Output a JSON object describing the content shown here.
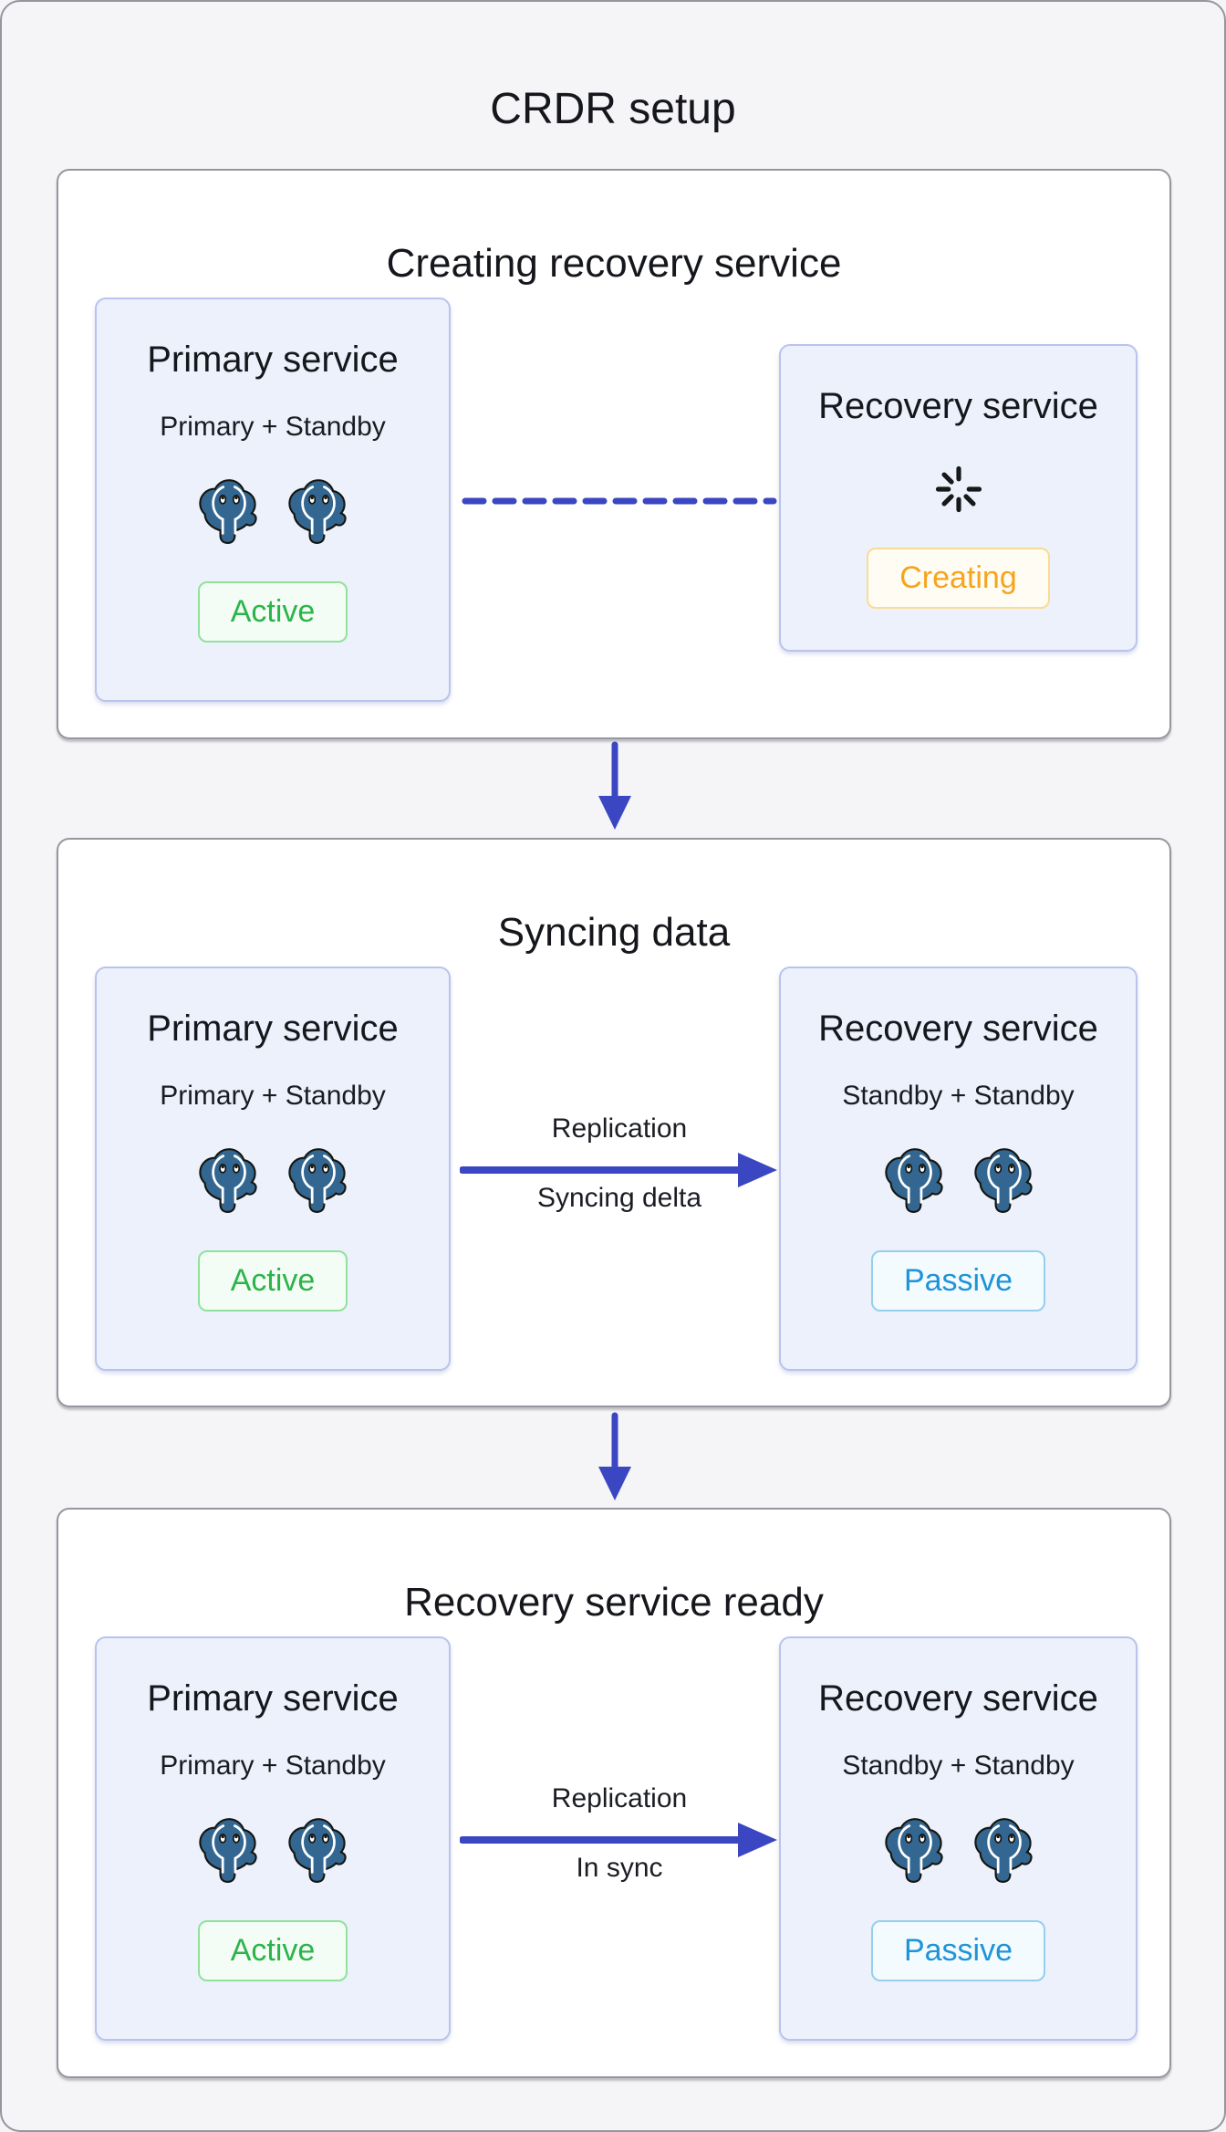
{
  "title": "CRDR setup",
  "colors": {
    "page_bg": "#f5f5f7",
    "panel_bg": "#ffffff",
    "service_box_bg": "#edf1fb",
    "service_box_border": "#b9c3ee",
    "accent_indigo": "#3b46c2",
    "postgres_blue": "#336791",
    "active_green": "#2cb44a",
    "creating_orange": "#f6a41e",
    "passive_blue": "#1e94d8"
  },
  "stages": [
    {
      "header": "Creating recovery service",
      "primary": {
        "title": "Primary service",
        "subtitle": "Primary + Standby",
        "badge": "Active",
        "instances": 2
      },
      "recovery": {
        "title": "Recovery service",
        "badge": "Creating",
        "spinner": true
      },
      "connector": {
        "type": "dashed"
      }
    },
    {
      "header": "Syncing data",
      "primary": {
        "title": "Primary service",
        "subtitle": "Primary + Standby",
        "badge": "Active",
        "instances": 2
      },
      "recovery": {
        "title": "Recovery service",
        "subtitle": "Standby + Standby",
        "badge": "Passive",
        "instances": 2
      },
      "connector": {
        "type": "arrow",
        "label_top": "Replication",
        "label_bottom": "Syncing delta"
      }
    },
    {
      "header": "Recovery service ready",
      "primary": {
        "title": "Primary service",
        "subtitle": "Primary + Standby",
        "badge": "Active",
        "instances": 2
      },
      "recovery": {
        "title": "Recovery service",
        "subtitle": "Standby + Standby",
        "badge": "Passive",
        "instances": 2
      },
      "connector": {
        "type": "arrow",
        "label_top": "Replication",
        "label_bottom": "In sync"
      }
    }
  ]
}
